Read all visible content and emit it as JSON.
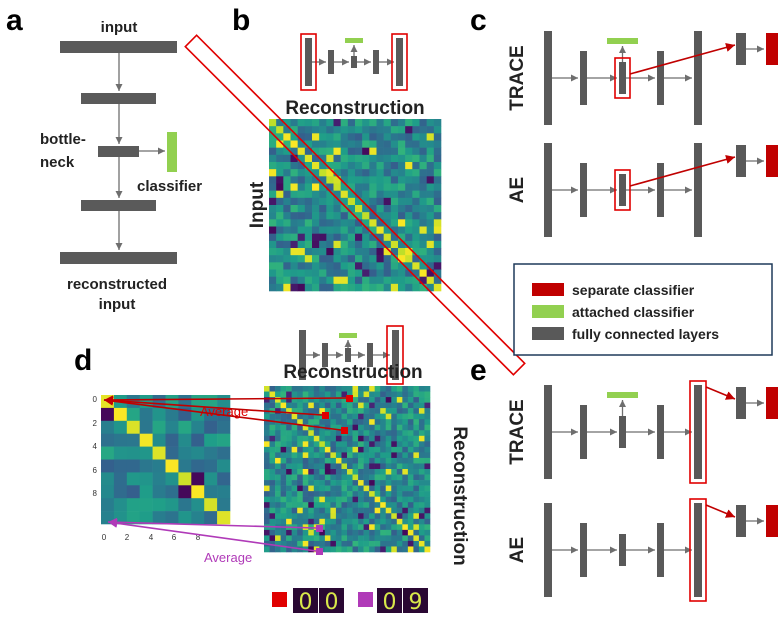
{
  "panels": {
    "a": {
      "letter": "a",
      "top_label": "input",
      "bottleneck_label_1": "bottle-",
      "bottleneck_label_2": "neck",
      "classifier_label": "classifier",
      "bottom_label_1": "reconstructed",
      "bottom_label_2": "input"
    },
    "b": {
      "letter": "b",
      "x_title": "Reconstruction",
      "y_title": "Input",
      "grid_size": 24
    },
    "c": {
      "letter": "c",
      "row1_label": "TRACE",
      "row2_label": "AE"
    },
    "d": {
      "letter": "d",
      "x_title": "Reconstruction",
      "y_title": "Reconstruction",
      "average_label_top": "Average",
      "average_label_bottom": "Average",
      "small_ticks_y": [
        "0",
        "2",
        "4",
        "6",
        "8"
      ],
      "small_ticks_x": [
        "0",
        "2",
        "4",
        "6",
        "8"
      ],
      "digits_red": [
        "0",
        "0"
      ],
      "digits_magenta": [
        "0",
        "9"
      ]
    },
    "e": {
      "letter": "e",
      "row1_label": "TRACE",
      "row2_label": "AE"
    }
  },
  "legend": {
    "items": [
      {
        "label": "separate classifier",
        "color": "#c00000"
      },
      {
        "label": "attached classifier",
        "color": "#92d050"
      },
      {
        "label": "fully connected layers",
        "color": "#595959"
      }
    ]
  },
  "colors": {
    "layer": "#595959",
    "attached_classifier": "#92d050",
    "separate_classifier": "#c00000",
    "highlight_box": "#e00000",
    "average_red": "#e00000",
    "average_magenta": "#b03ab8",
    "matrix_low": "#440154",
    "matrix_high": "#fde725"
  }
}
